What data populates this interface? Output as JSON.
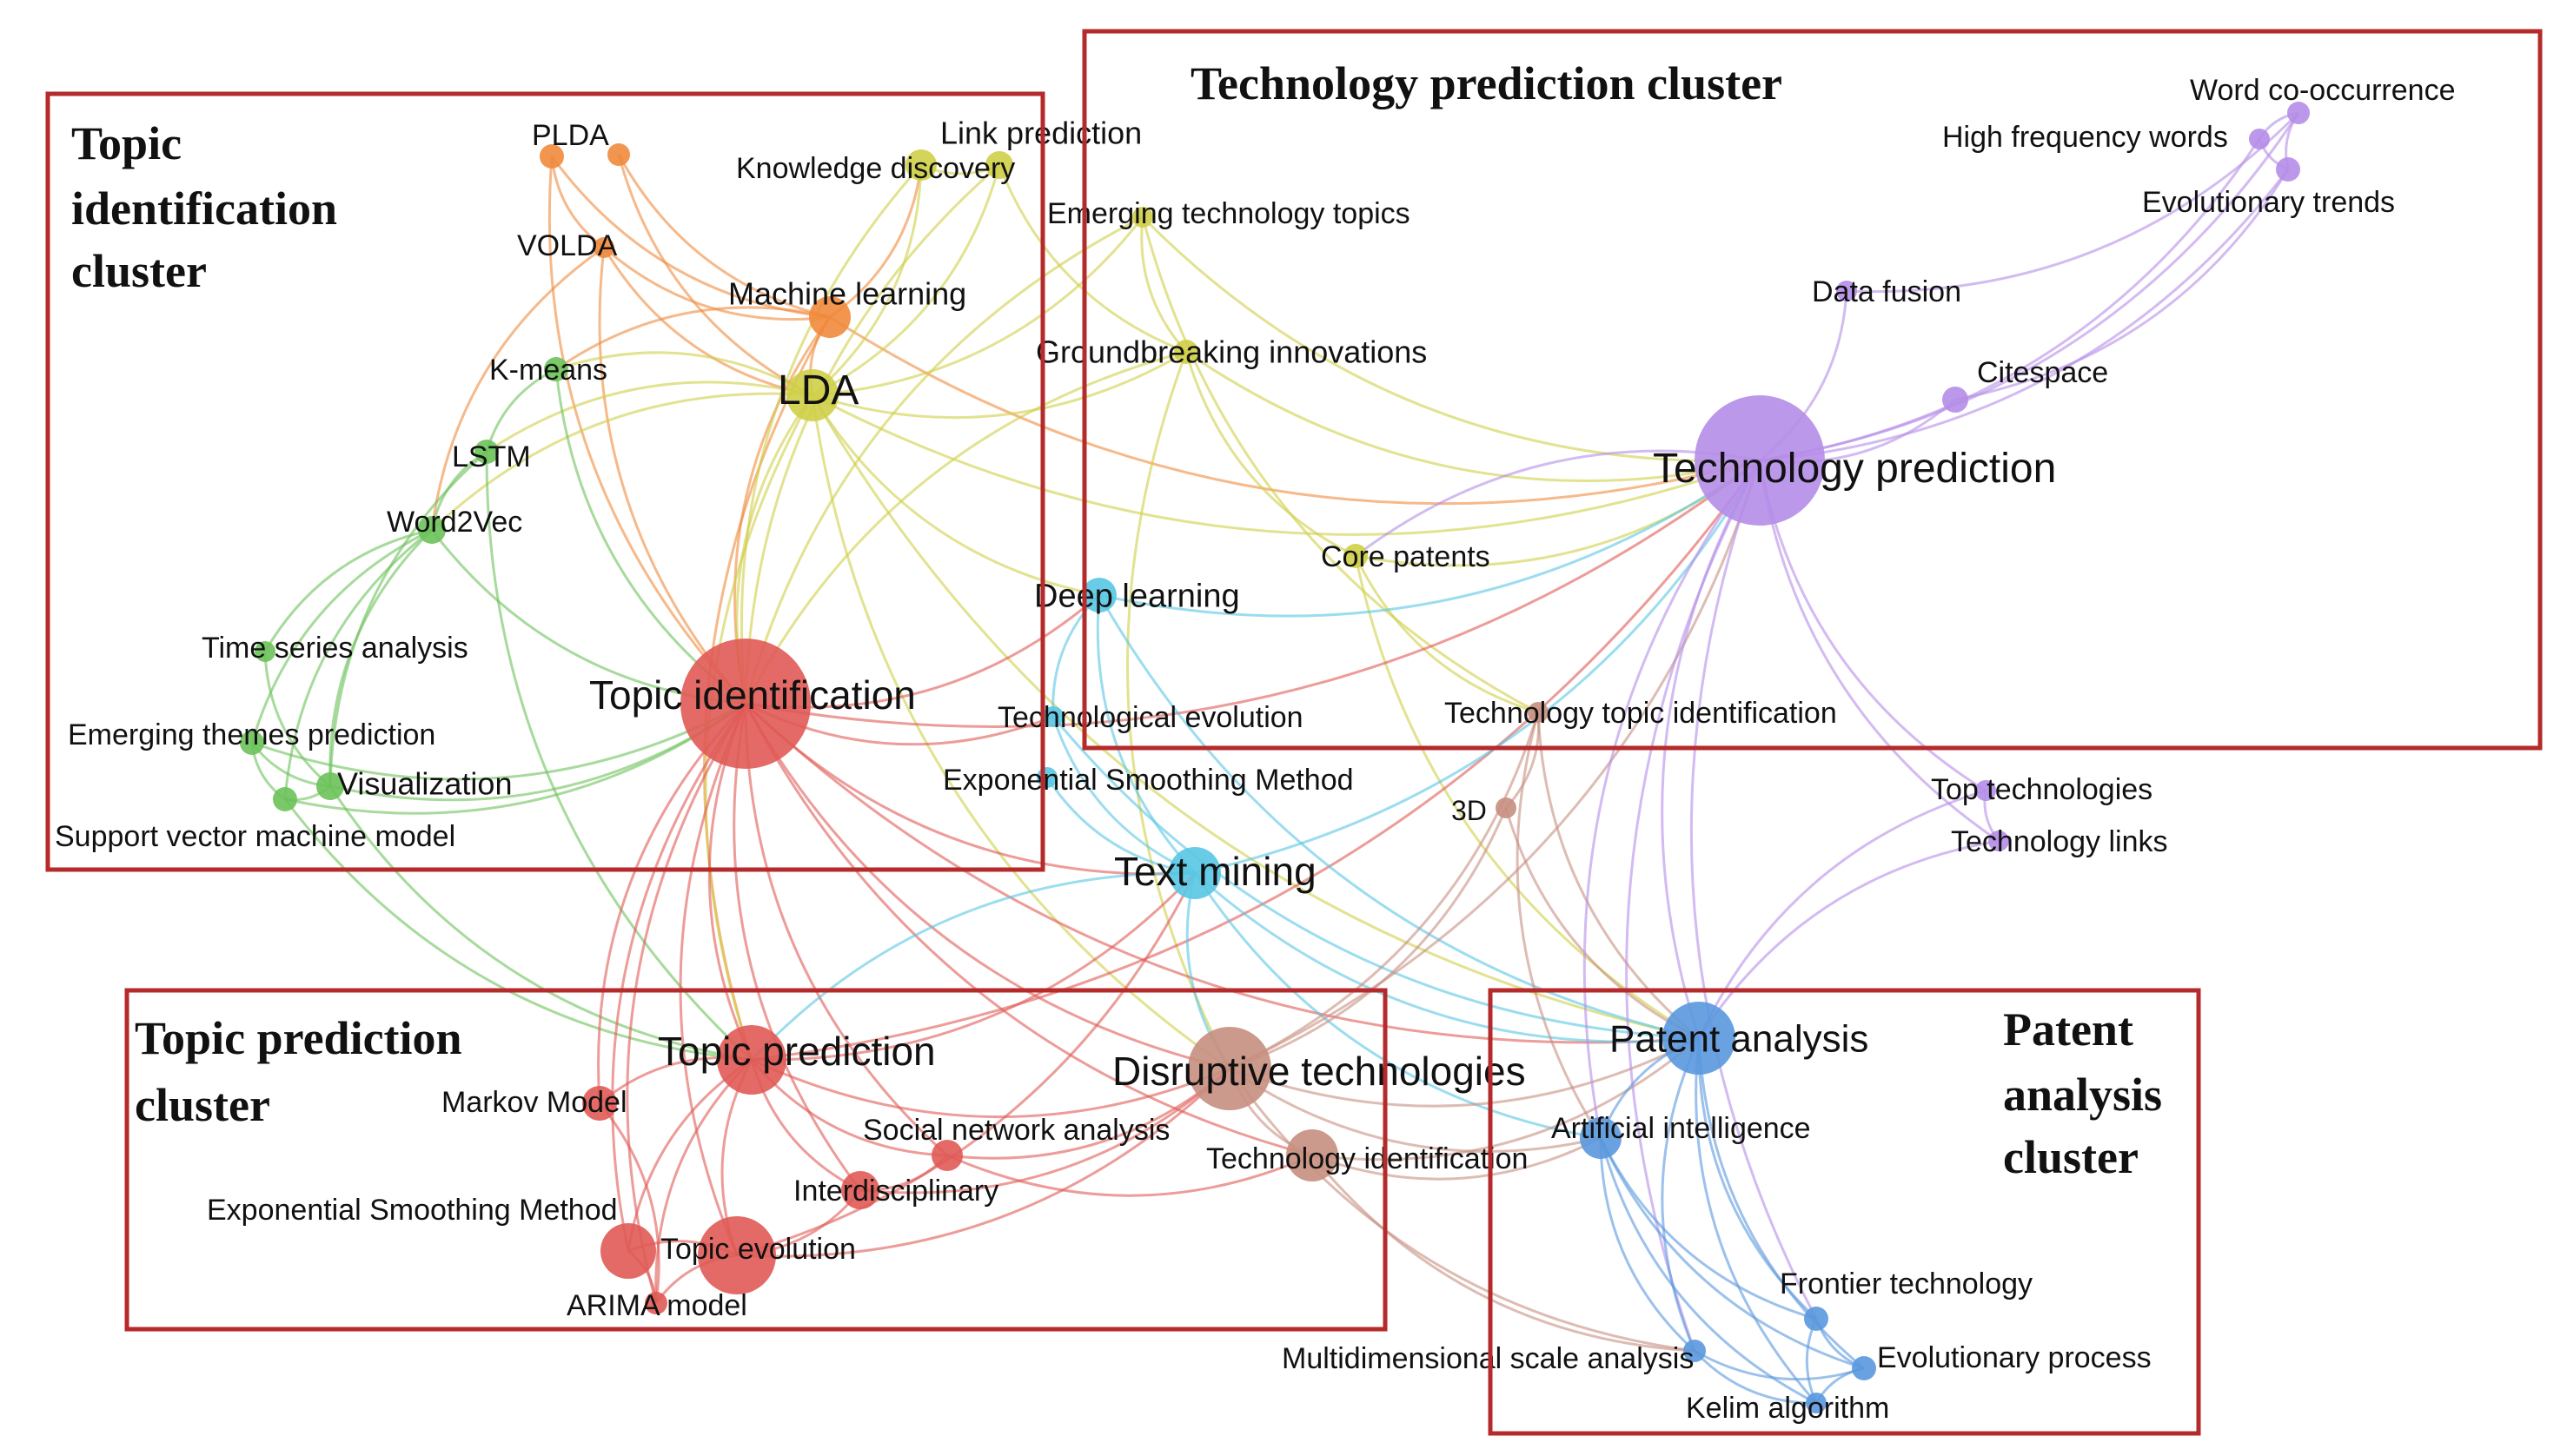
{
  "colors": {
    "box_border": "#b52a2a",
    "orange": "#f08a3c",
    "yellow": "#cfcf48",
    "green": "#6cc25a",
    "red": "#e05a55",
    "brown": "#c78f80",
    "cyan": "#59c6e4",
    "purple": "#b58de8",
    "blue": "#5a98de"
  },
  "clusters": {
    "topic_identification": {
      "title_lines": [
        "Topic",
        "identification",
        "cluster"
      ]
    },
    "technology_prediction": {
      "title_lines": [
        "Technology prediction cluster"
      ]
    },
    "topic_prediction": {
      "title_lines": [
        "Topic prediction",
        "cluster"
      ]
    },
    "patent_analysis": {
      "title_lines": [
        "Patent",
        "analysis",
        "cluster"
      ]
    }
  },
  "nodes": [
    {
      "id": "plda",
      "label": "PLDA",
      "color": "orange"
    },
    {
      "id": "plda2",
      "label": "",
      "color": "orange"
    },
    {
      "id": "volda",
      "label": "VOLDA",
      "color": "orange"
    },
    {
      "id": "ml",
      "label": "Machine learning",
      "color": "orange"
    },
    {
      "id": "lda",
      "label": "LDA",
      "color": "yellow"
    },
    {
      "id": "kd",
      "label": "Knowledge discovery",
      "color": "yellow"
    },
    {
      "id": "lp",
      "label": "Link prediction",
      "color": "yellow"
    },
    {
      "id": "ett",
      "label": "Emerging technology topics",
      "color": "yellow"
    },
    {
      "id": "gi",
      "label": "Groundbreaking innovations",
      "color": "yellow"
    },
    {
      "id": "cp",
      "label": "Core patents",
      "color": "yellow"
    },
    {
      "id": "km",
      "label": "K-means",
      "color": "green"
    },
    {
      "id": "lstm",
      "label": "LSTM",
      "color": "green"
    },
    {
      "id": "w2v",
      "label": "Word2Vec",
      "color": "green"
    },
    {
      "id": "tsa",
      "label": "Time series analysis",
      "color": "green"
    },
    {
      "id": "etp",
      "label": "Emerging themes prediction",
      "color": "green"
    },
    {
      "id": "vis",
      "label": "Visualization",
      "color": "green"
    },
    {
      "id": "svm",
      "label": "Support vector machine model",
      "color": "green"
    },
    {
      "id": "ti",
      "label": "Topic identification",
      "color": "red"
    },
    {
      "id": "tp",
      "label": "Topic prediction",
      "color": "red"
    },
    {
      "id": "mm",
      "label": "Markov Model",
      "color": "red"
    },
    {
      "id": "esm2",
      "label": "Exponential Smoothing Method",
      "color": "red"
    },
    {
      "id": "te",
      "label": "Topic evolution",
      "color": "red"
    },
    {
      "id": "arima",
      "label": "ARIMA model",
      "color": "red"
    },
    {
      "id": "inter",
      "label": "Interdisciplinary",
      "color": "red"
    },
    {
      "id": "sna",
      "label": "Social network analysis",
      "color": "red"
    },
    {
      "id": "dl",
      "label": "Deep learning",
      "color": "cyan"
    },
    {
      "id": "tevo",
      "label": "Technological evolution",
      "color": "cyan"
    },
    {
      "id": "esm1",
      "label": "Exponential Smoothing Method",
      "color": "cyan"
    },
    {
      "id": "tm",
      "label": "Text mining",
      "color": "cyan"
    },
    {
      "id": "dt",
      "label": "Disruptive technologies",
      "color": "brown"
    },
    {
      "id": "tid",
      "label": "Technology identification",
      "color": "brown"
    },
    {
      "id": "d3",
      "label": "3D",
      "color": "brown"
    },
    {
      "id": "tti",
      "label": "Technology topic identification",
      "color": "brown"
    },
    {
      "id": "tpred",
      "label": "Technology prediction",
      "color": "purple"
    },
    {
      "id": "wc",
      "label": "Word co-occurrence",
      "color": "purple"
    },
    {
      "id": "hfw",
      "label": "High frequency words",
      "color": "purple"
    },
    {
      "id": "et",
      "label": "Evolutionary trends",
      "color": "purple"
    },
    {
      "id": "df",
      "label": "Data fusion",
      "color": "purple"
    },
    {
      "id": "cs",
      "label": "Citespace",
      "color": "purple"
    },
    {
      "id": "tt",
      "label": "Top technologies",
      "color": "purple"
    },
    {
      "id": "tl",
      "label": "Technology links",
      "color": "purple"
    },
    {
      "id": "pa",
      "label": "Patent analysis",
      "color": "blue"
    },
    {
      "id": "ai",
      "label": "Artificial intelligence",
      "color": "blue"
    },
    {
      "id": "ft",
      "label": "Frontier technology",
      "color": "blue"
    },
    {
      "id": "mds",
      "label": "Multidimensional scale analysis",
      "color": "blue"
    },
    {
      "id": "ep",
      "label": "Evolutionary process",
      "color": "blue"
    },
    {
      "id": "kelim",
      "label": "Kelim algorithm",
      "color": "blue"
    }
  ],
  "edges": [
    [
      "plda",
      "ml"
    ],
    [
      "plda",
      "ti"
    ],
    [
      "plda2",
      "ml"
    ],
    [
      "plda2",
      "lda"
    ],
    [
      "plda",
      "volda"
    ],
    [
      "volda",
      "ml"
    ],
    [
      "volda",
      "ti"
    ],
    [
      "volda",
      "lda"
    ],
    [
      "volda",
      "w2v"
    ],
    [
      "ml",
      "lda"
    ],
    [
      "ml",
      "ti"
    ],
    [
      "ml",
      "tpred"
    ],
    [
      "ml",
      "tp"
    ],
    [
      "ml",
      "km"
    ],
    [
      "ml",
      "kd"
    ],
    [
      "lda",
      "ti"
    ],
    [
      "lda",
      "tp"
    ],
    [
      "lda",
      "kd"
    ],
    [
      "lda",
      "lp"
    ],
    [
      "lda",
      "ett"
    ],
    [
      "lda",
      "gi"
    ],
    [
      "lda",
      "km"
    ],
    [
      "lda",
      "lstm"
    ],
    [
      "lda",
      "w2v"
    ],
    [
      "lda",
      "tpred"
    ],
    [
      "lda",
      "dl"
    ],
    [
      "lda",
      "dt"
    ],
    [
      "lda",
      "pa"
    ],
    [
      "kd",
      "lp"
    ],
    [
      "kd",
      "ti"
    ],
    [
      "lp",
      "ti"
    ],
    [
      "lp",
      "gi"
    ],
    [
      "ett",
      "ti"
    ],
    [
      "ett",
      "gi"
    ],
    [
      "ett",
      "tti"
    ],
    [
      "ett",
      "tpred"
    ],
    [
      "gi",
      "cp"
    ],
    [
      "gi",
      "ti"
    ],
    [
      "gi",
      "dt"
    ],
    [
      "gi",
      "tpred"
    ],
    [
      "cp",
      "pa"
    ],
    [
      "cp",
      "tti"
    ],
    [
      "cp",
      "tpred"
    ],
    [
      "km",
      "lstm"
    ],
    [
      "km",
      "ti"
    ],
    [
      "lstm",
      "w2v"
    ],
    [
      "lstm",
      "vis"
    ],
    [
      "lstm",
      "tp"
    ],
    [
      "w2v",
      "tsa"
    ],
    [
      "w2v",
      "etp"
    ],
    [
      "w2v",
      "svm"
    ],
    [
      "w2v",
      "vis"
    ],
    [
      "w2v",
      "ti"
    ],
    [
      "tsa",
      "vis"
    ],
    [
      "etp",
      "vis"
    ],
    [
      "etp",
      "svm"
    ],
    [
      "svm",
      "vis"
    ],
    [
      "vis",
      "ti"
    ],
    [
      "svm",
      "ti"
    ],
    [
      "etp",
      "ti"
    ],
    [
      "vis",
      "tp"
    ],
    [
      "svm",
      "tp"
    ],
    [
      "ti",
      "tp"
    ],
    [
      "ti",
      "te"
    ],
    [
      "ti",
      "mm"
    ],
    [
      "ti",
      "esm2"
    ],
    [
      "ti",
      "arima"
    ],
    [
      "ti",
      "inter"
    ],
    [
      "ti",
      "tm"
    ],
    [
      "ti",
      "dt"
    ],
    [
      "ti",
      "tpred"
    ],
    [
      "ti",
      "pa"
    ],
    [
      "ti",
      "tevo"
    ],
    [
      "ti",
      "dl"
    ],
    [
      "ti",
      "sna"
    ],
    [
      "ti",
      "tid"
    ],
    [
      "tp",
      "te"
    ],
    [
      "tp",
      "mm"
    ],
    [
      "tp",
      "esm2"
    ],
    [
      "tp",
      "arima"
    ],
    [
      "tp",
      "inter"
    ],
    [
      "tp",
      "sna"
    ],
    [
      "tp",
      "dt"
    ],
    [
      "tp",
      "tm"
    ],
    [
      "tp",
      "tpred"
    ],
    [
      "te",
      "esm2"
    ],
    [
      "te",
      "arima"
    ],
    [
      "te",
      "inter"
    ],
    [
      "te",
      "dt"
    ],
    [
      "te",
      "tm"
    ],
    [
      "arima",
      "esm2"
    ],
    [
      "arima",
      "mm"
    ],
    [
      "inter",
      "sna"
    ],
    [
      "inter",
      "dt"
    ],
    [
      "sna",
      "dt"
    ],
    [
      "sna",
      "tid"
    ],
    [
      "dl",
      "tm"
    ],
    [
      "dl",
      "tpred"
    ],
    [
      "dl",
      "tevo"
    ],
    [
      "dl",
      "pa"
    ],
    [
      "tevo",
      "tm"
    ],
    [
      "tevo",
      "pa"
    ],
    [
      "esm1",
      "tm"
    ],
    [
      "tm",
      "pa"
    ],
    [
      "tm",
      "dt"
    ],
    [
      "tm",
      "ai"
    ],
    [
      "tm",
      "tpred"
    ],
    [
      "tm",
      "tp"
    ],
    [
      "dt",
      "tid"
    ],
    [
      "dt",
      "pa"
    ],
    [
      "dt",
      "ai"
    ],
    [
      "dt",
      "tpred"
    ],
    [
      "dt",
      "d3"
    ],
    [
      "dt",
      "tti"
    ],
    [
      "dt",
      "mds"
    ],
    [
      "tid",
      "ai"
    ],
    [
      "tid",
      "pa"
    ],
    [
      "tid",
      "mds"
    ],
    [
      "d3",
      "pa"
    ],
    [
      "tti",
      "pa"
    ],
    [
      "tti",
      "ai"
    ],
    [
      "d3",
      "tti"
    ],
    [
      "tpred",
      "wc"
    ],
    [
      "tpred",
      "hfw"
    ],
    [
      "tpred",
      "et"
    ],
    [
      "tpred",
      "df"
    ],
    [
      "tpred",
      "cs"
    ],
    [
      "tpred",
      "tt"
    ],
    [
      "tpred",
      "tl"
    ],
    [
      "tpred",
      "pa"
    ],
    [
      "tpred",
      "ai"
    ],
    [
      "tpred",
      "cp"
    ],
    [
      "tpred",
      "mds"
    ],
    [
      "tpred",
      "ft"
    ],
    [
      "wc",
      "hfw"
    ],
    [
      "wc",
      "et"
    ],
    [
      "hfw",
      "et"
    ],
    [
      "df",
      "wc"
    ],
    [
      "cs",
      "et"
    ],
    [
      "tt",
      "pa"
    ],
    [
      "tl",
      "pa"
    ],
    [
      "tt",
      "tl"
    ],
    [
      "pa",
      "ai"
    ],
    [
      "pa",
      "ft"
    ],
    [
      "pa",
      "mds"
    ],
    [
      "pa",
      "ep"
    ],
    [
      "pa",
      "kelim"
    ],
    [
      "ai",
      "ft"
    ],
    [
      "ai",
      "mds"
    ],
    [
      "ai",
      "ep"
    ],
    [
      "ai",
      "kelim"
    ],
    [
      "ft",
      "ep"
    ],
    [
      "ft",
      "kelim"
    ],
    [
      "mds",
      "kelim"
    ],
    [
      "ep",
      "kelim"
    ],
    [
      "mds",
      "ep"
    ]
  ]
}
